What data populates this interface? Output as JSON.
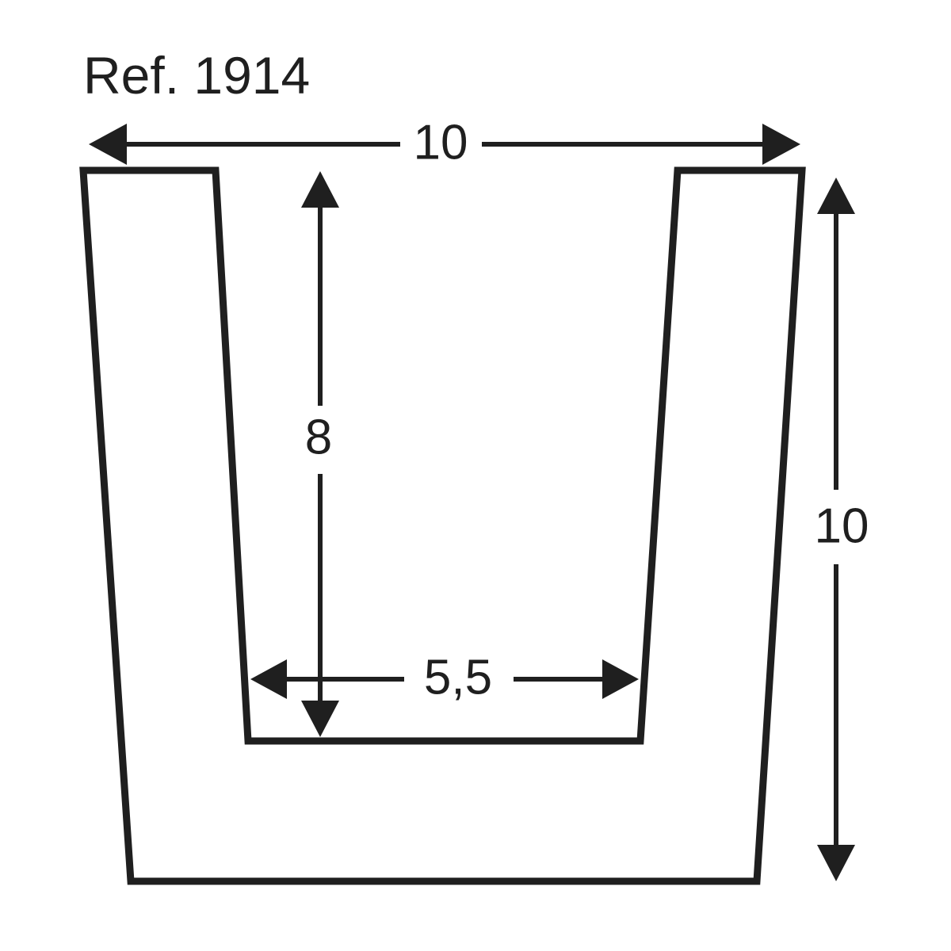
{
  "drawing": {
    "title": "Ref. 1914",
    "background_color": "#ffffff",
    "line_color": "#1f1f1f",
    "shape_name": "u-channel-profile",
    "dimensions": {
      "overall_width": {
        "label": "10",
        "orientation": "horizontal",
        "position": "top"
      },
      "overall_height": {
        "label": "10",
        "orientation": "vertical",
        "position": "right"
      },
      "groove_depth": {
        "label": "8",
        "orientation": "vertical",
        "position": "center"
      },
      "groove_width": {
        "label": "5,5",
        "orientation": "horizontal",
        "position": "groove-bottom"
      }
    }
  },
  "chart_data": {
    "type": "diagram",
    "title": "Ref. 1914",
    "subject": "U-channel extrusion profile cross-section",
    "units": "mm",
    "measurements": [
      {
        "name": "overall_width",
        "value": "10",
        "numeric": 10,
        "orientation": "horizontal"
      },
      {
        "name": "overall_height",
        "value": "10",
        "numeric": 10,
        "orientation": "vertical"
      },
      {
        "name": "groove_depth",
        "value": "8",
        "numeric": 8,
        "orientation": "vertical"
      },
      {
        "name": "groove_width",
        "value": "5,5",
        "numeric": 5.5,
        "orientation": "horizontal"
      }
    ],
    "annotations": [
      "Ref. 1914",
      "10",
      "10",
      "8",
      "5,5"
    ]
  }
}
